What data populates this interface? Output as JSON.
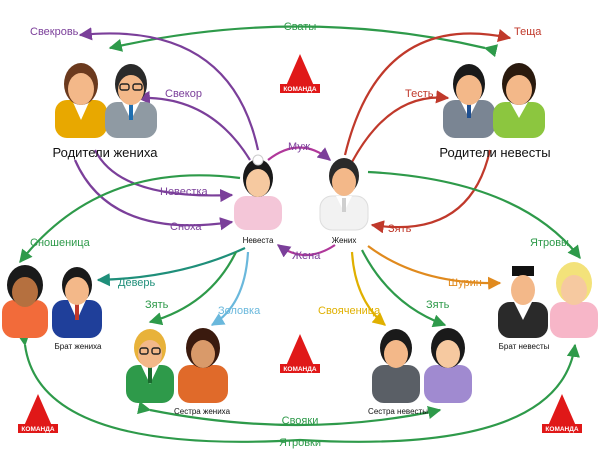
{
  "groups": {
    "groom_parents": "Родители жениха",
    "bride_parents": "Родители невесты",
    "bride": "Невеста",
    "groom": "Жених",
    "groom_brother": "Брат жениха",
    "bride_brother": "Брат невесты",
    "groom_sister": "Сестра жениха",
    "bride_sister": "Сестра невесты"
  },
  "relations": {
    "svekrov": "Свекровь",
    "svaty": "Сваты",
    "teshcha": "Теща",
    "svekor": "Свекор",
    "test": "Тесть",
    "muzh": "Муж",
    "nevestka": "Невестка",
    "snokha": "Сноха",
    "zyat_top": "Зять",
    "zhena": "Жена",
    "snoshenitsa": "Сношеница",
    "yatrovy": "Ятровы",
    "dever": "Деверь",
    "zyat_left": "Зять",
    "zolovka": "Золовка",
    "svoyachenitsa": "Свояченица",
    "zyat_right": "Зять",
    "shurin": "Шурин",
    "svoyaki": "Свояки",
    "yatrovki": "Ятровки"
  },
  "logo": {
    "text": "КОМАНДА"
  },
  "colors": {
    "purple": "#7b3f9a",
    "green": "#2e9a4a",
    "red": "#c0392b",
    "orange": "#e08a1e",
    "yellow": "#e0b000",
    "lightblue": "#6ab8dc",
    "teal": "#1f8f7a"
  }
}
